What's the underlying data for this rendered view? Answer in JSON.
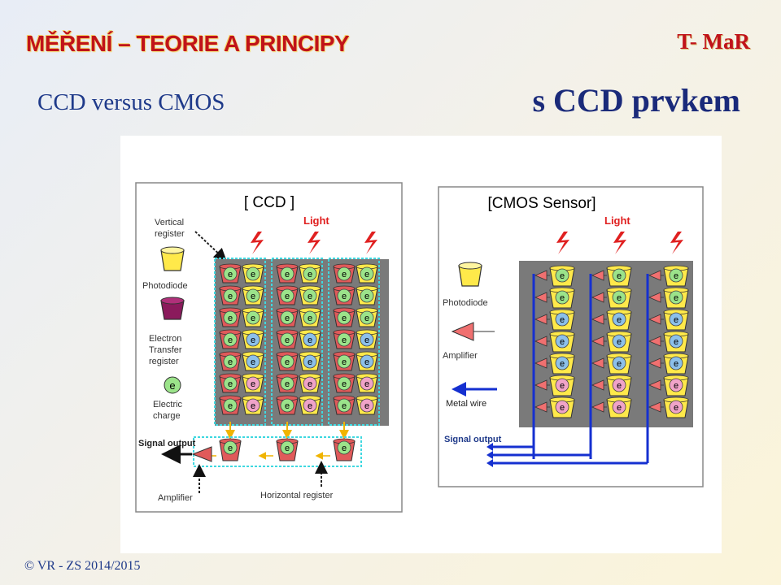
{
  "slide": {
    "title": "MĚŘENÍ – TEORIE A PRINCIPY",
    "brand": "T- MaR",
    "subtitle": "CCD versus CMOS",
    "headline": "s CCD prvkem",
    "footer": "© VR - ZS 2014/2015"
  },
  "diagram": {
    "ccd": {
      "title": "[ CCD ]",
      "light": "Light",
      "vertical_register": [
        "Vertical",
        "register"
      ],
      "photodiode": "Photodiode",
      "electron_transfer": [
        "Electron",
        "Transfer",
        "register"
      ],
      "electric_charge": [
        "Electric",
        "charge"
      ],
      "signal_output": "Signal output",
      "amplifier": "Amplifier",
      "horizontal_register": "Horizontal register"
    },
    "cmos": {
      "title": "[CMOS Sensor]",
      "light": "Light",
      "photodiode": "Photodiode",
      "amplifier": "Amplifier",
      "metal_wire": "Metal wire",
      "signal_output": "Signal output"
    },
    "charge_symbol": "e"
  },
  "colors": {
    "title_red": "#c0131a",
    "text_blue": "#1f3a8a",
    "photodiode_yellow": "#ffe94a",
    "transfer_purple": "#8b1a5c",
    "register_red": "#e05a5a",
    "charge_green": "#9be38a",
    "charge_blue": "#8cc0ea",
    "charge_pink": "#f0a3c8",
    "metal_wire_blue": "#1530d0",
    "highlight_cyan": "#3fd8e0",
    "light_red": "#e02020",
    "panel_gray": "#7a7a7a"
  }
}
